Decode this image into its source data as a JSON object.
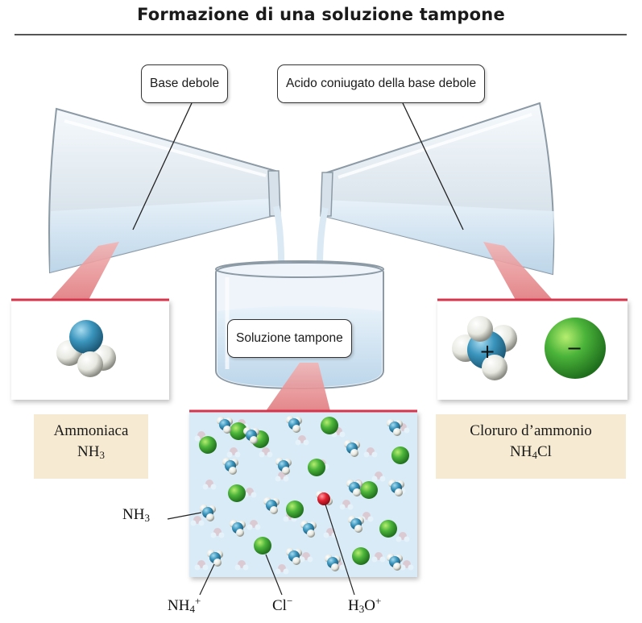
{
  "title": "Formazione di una soluzione tampone",
  "callouts": {
    "weak_base": "Base debole",
    "conjugate_acid": "Acido coniugato della base debole",
    "buffer": "Soluzione tampone"
  },
  "panels": {
    "left": {
      "name": "Ammoniaca",
      "formula": {
        "a": "NH",
        "b": "3"
      }
    },
    "right": {
      "name": "Cloruro d’ammonio",
      "formula": {
        "a": "NH",
        "b": "4",
        "c": "Cl"
      },
      "charges": {
        "plus": "+",
        "minus": "−"
      }
    }
  },
  "particle_labels": {
    "nh3": {
      "a": "NH",
      "b": "3"
    },
    "nh4": {
      "a": "NH",
      "b": "4",
      "sup": "+"
    },
    "cl": {
      "a": "Cl",
      "sup": "−"
    },
    "h3o": {
      "a": "H",
      "b": "3",
      "c": "O",
      "sup": "+"
    }
  },
  "colors": {
    "accent_line": "#d6354b",
    "caption_bg": "#f6ebd2",
    "chloride": "#3aa335",
    "nitrogen": "#3a95bd",
    "oxygen": "#e0202e",
    "solution": "#d8ebf7"
  }
}
